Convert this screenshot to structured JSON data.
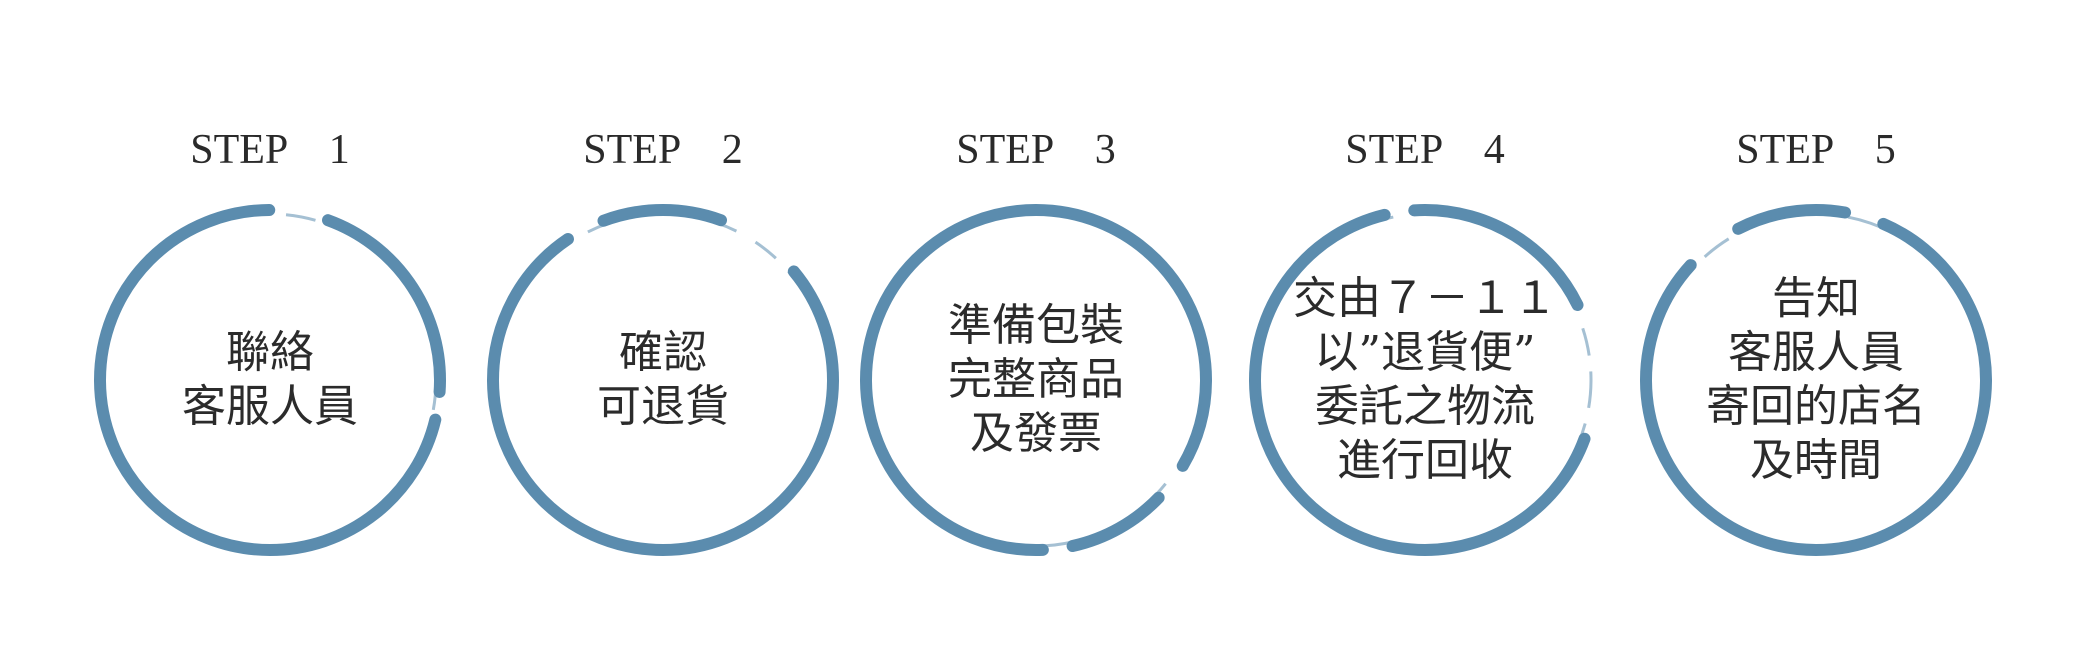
{
  "accent_color": "#5b8cae",
  "steps": [
    {
      "label": "STEP　1",
      "lines": [
        "聯絡",
        "客服人員"
      ]
    },
    {
      "label": "STEP　2",
      "lines": [
        "確認",
        "可退貨"
      ]
    },
    {
      "label": "STEP　3",
      "lines": [
        "準備包裝",
        "完整商品",
        "及發票"
      ]
    },
    {
      "label": "STEP　4",
      "lines": [
        "交由７－１１",
        "以”退貨便”",
        "委託之物流",
        "進行回收"
      ]
    },
    {
      "label": "STEP　5",
      "lines": [
        "告知",
        "客服人員",
        "寄回的店名",
        "及時間"
      ]
    }
  ]
}
